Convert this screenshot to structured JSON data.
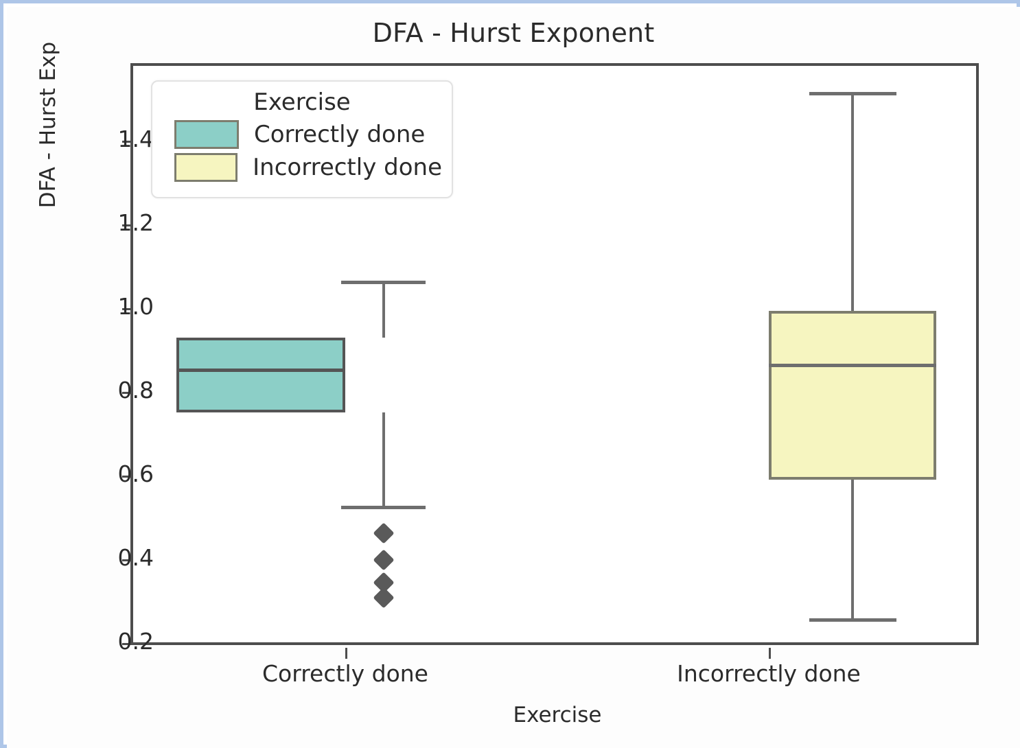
{
  "title": "DFA - Hurst Exponent",
  "legend": {
    "title": "Exercise",
    "items": [
      {
        "label": "Correctly done",
        "color": "#8ccfc7"
      },
      {
        "label": "Incorrectly done",
        "color": "#f6f5c0"
      }
    ]
  },
  "axes": {
    "ylabel": "DFA - Hurst Exp",
    "xlabel": "Exercise",
    "yticks": [
      "0.2",
      "0.4",
      "0.6",
      "0.8",
      "1.0",
      "1.2",
      "1.4"
    ],
    "xticks": [
      "Correctly done",
      "Incorrectly done"
    ]
  },
  "chart_data": {
    "type": "box",
    "title": "DFA - Hurst Exponent",
    "xlabel": "Exercise",
    "ylabel": "DFA - Hurst Exp",
    "ylim": [
      0.185,
      1.575
    ],
    "yticks": [
      0.2,
      0.4,
      0.6,
      0.8,
      1.0,
      1.2,
      1.4
    ],
    "grid": false,
    "legend": {
      "title": "Exercise",
      "position": "upper left"
    },
    "categories": [
      "Correctly done",
      "Incorrectly done"
    ],
    "boxes": [
      {
        "name": "Correctly done",
        "color": "#8ccfc7",
        "whisker_low": 0.52,
        "q1": 0.75,
        "median": 0.85,
        "q3": 0.93,
        "whisker_high": 1.06,
        "outliers": [
          0.46,
          0.4,
          0.34,
          0.31
        ]
      },
      {
        "name": "Incorrectly done",
        "color": "#f6f5c0",
        "whisker_low": 0.26,
        "q1": 0.59,
        "median": 0.86,
        "q3": 0.99,
        "whisker_high": 1.51,
        "outliers": []
      }
    ]
  }
}
